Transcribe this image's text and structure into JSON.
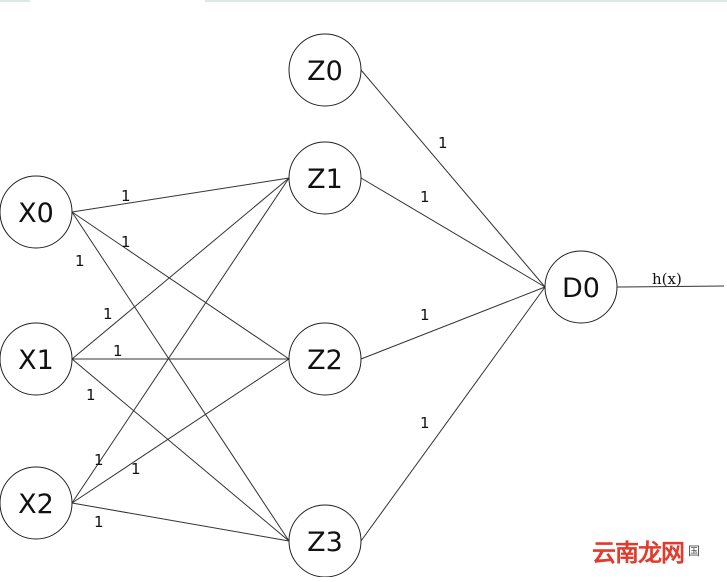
{
  "nodes": {
    "x0": {
      "label": "X0"
    },
    "x1": {
      "label": "X1"
    },
    "x2": {
      "label": "X2"
    },
    "z0": {
      "label": "Z0"
    },
    "z1": {
      "label": "Z1"
    },
    "z2": {
      "label": "Z2"
    },
    "z3": {
      "label": "Z3"
    },
    "d0": {
      "label": "D0"
    }
  },
  "weights": {
    "x0_z1": "1",
    "x0_z2": "1",
    "x0_z3": "1",
    "x1_z1": "1",
    "x1_z2": "1",
    "x1_z3": "1",
    "x2_z1": "1",
    "x2_z2": "1",
    "x2_z3": "1",
    "z0_d0": "1",
    "z1_d0": "1",
    "z2_d0": "1",
    "z3_d0": "1"
  },
  "output": {
    "label": "h(x)"
  },
  "watermark": {
    "text": "云南龙网",
    "icon": "国"
  }
}
